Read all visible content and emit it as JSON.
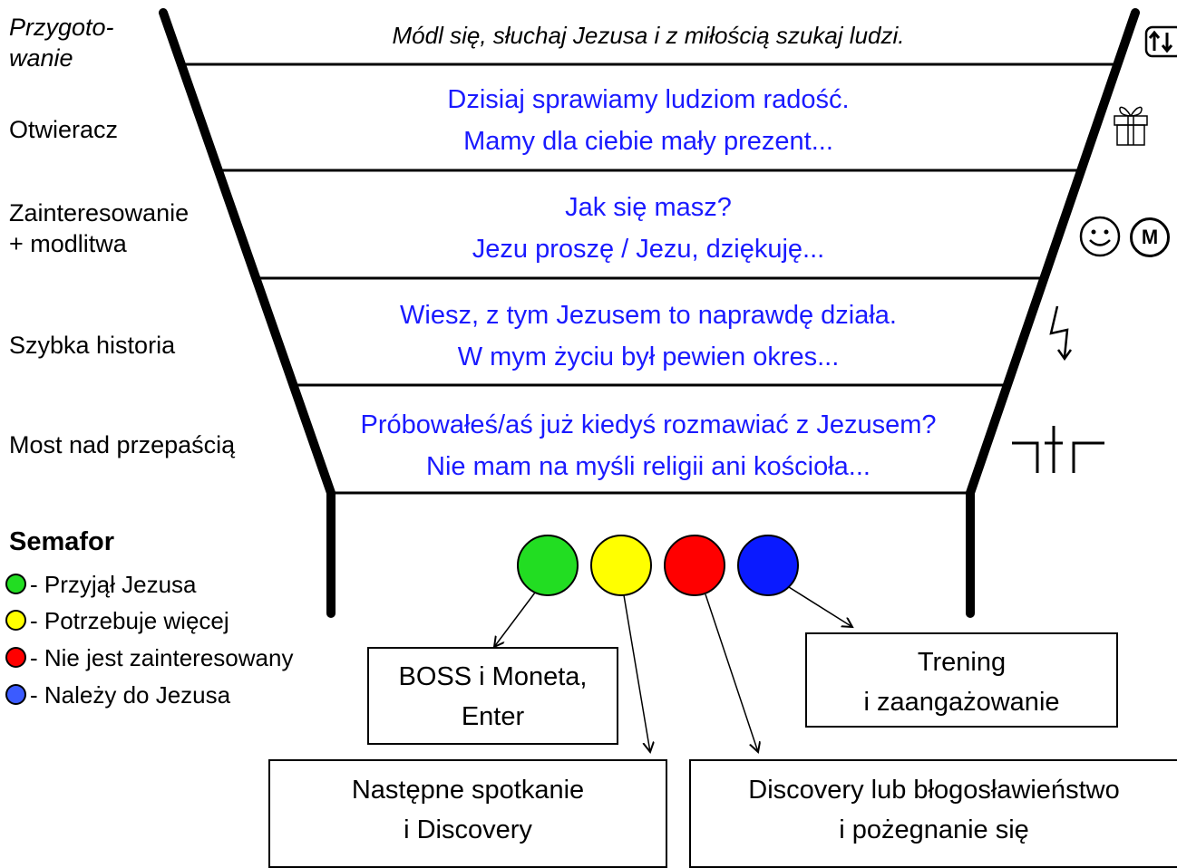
{
  "stage_labels": {
    "prep_line1": "Przygoto-",
    "prep_line2": "wanie",
    "opener": "Otwieracz",
    "interest_line1": "Zainteresowanie",
    "interest_line2": "+ modlitwa",
    "story": "Szybka historia",
    "bridge": "Most nad przepaścią"
  },
  "funnel_rows": {
    "prep": "Módl się, słuchaj Jezusa i z miłością szukaj ludzi.",
    "opener_1": "Dzisiaj sprawiamy ludziom radość.",
    "opener_2": "Mamy dla ciebie mały prezent...",
    "interest_1": "Jak się masz?",
    "interest_2": "Jezu proszę / Jezu, dziękuję...",
    "story_1": "Wiesz, z tym Jezusem to naprawdę działa.",
    "story_2": "W mym życiu był pewien okres...",
    "bridge_1": "Próbowałeś/aś już kiedyś rozmawiać z Jezusem?",
    "bridge_2": "Nie mam na myśli religii ani kościoła..."
  },
  "icons": {
    "arrows": "swap-arrows-icon",
    "gift": "gift-icon",
    "smiley": "smiley-icon",
    "m_letter": "M",
    "lightning": "lightning-icon",
    "bridge": "bridge-icon"
  },
  "semafor": {
    "title": "Semafor",
    "items": [
      {
        "label": "- Przyjął Jezusa",
        "color": "#22dd22"
      },
      {
        "label": "- Potrzebuje więcej",
        "color": "#ffff00"
      },
      {
        "label": "- Nie jest zainteresowany",
        "color": "#ff0000"
      },
      {
        "label": "- Należy do Jezusa",
        "color": "#1a1aff"
      }
    ]
  },
  "circles": [
    {
      "name": "green",
      "color": "#22dd22"
    },
    {
      "name": "yellow",
      "color": "#ffff00"
    },
    {
      "name": "red",
      "color": "#ff0000"
    },
    {
      "name": "blue",
      "color": "#0a1aff"
    }
  ],
  "outcomes": {
    "green_1": "BOSS i Moneta,",
    "green_2": "Enter",
    "yellow_1": "Następne spotkanie",
    "yellow_2": "i Discovery",
    "red_1": "Discovery lub błogosławieństwo",
    "red_2": "i pożegnanie się",
    "blue_1": "Trening",
    "blue_2": "i zaangażowanie"
  }
}
